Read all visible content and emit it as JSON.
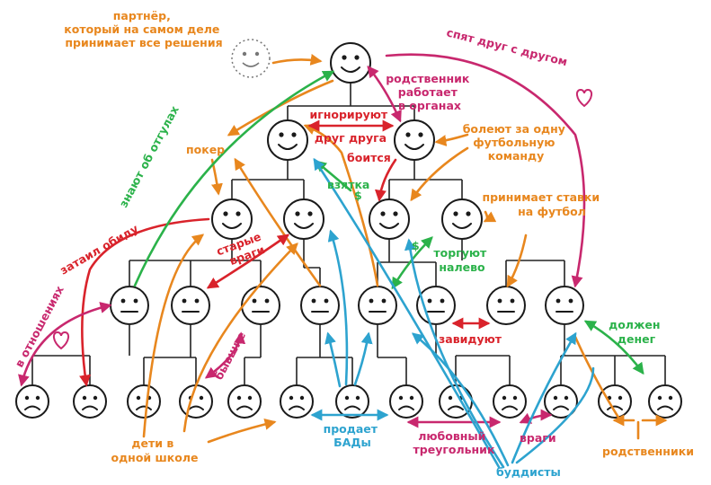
{
  "colors": {
    "orange": "#e8871e",
    "red": "#d9232b",
    "magenta": "#c8286e",
    "green": "#2bb24a",
    "blue": "#2da3cf"
  },
  "labels": {
    "partner": [
      "партнёр,",
      "который на самом деле",
      "принимает все решения"
    ],
    "sleep": "спят друг с другом",
    "relative_org": [
      "родственник",
      "работает",
      "в органах"
    ],
    "ignore": [
      "игнорируют",
      "друг друга"
    ],
    "football": [
      "болеют за одну",
      "футбольную",
      "команду"
    ],
    "poker": "покер",
    "afraid": "боится",
    "bribe": "взятка",
    "stakes": [
      "принимает ставки",
      "на футбол"
    ],
    "know_leave": "знают об отгулах",
    "grudge": "затаил обиду",
    "old_enemies": [
      "старые",
      "враги"
    ],
    "trade": [
      "торгуют",
      "налево"
    ],
    "relationship": "в отношениях",
    "exes": "бывшие",
    "envy": "завидуют",
    "owes": [
      "должен",
      "денег"
    ],
    "school": [
      "дети в",
      "одной школе"
    ],
    "supplements": [
      "продает",
      "БАДы"
    ],
    "triangle": [
      "любовный",
      "треугольник"
    ],
    "enemies": "враги",
    "relatives": "родственники",
    "buddhists": "буддисты",
    "dollar1": "$",
    "dollar2": "$"
  },
  "icons": [
    "smiley-face-icon",
    "neutral-face-icon",
    "sad-face-icon",
    "heart-icon",
    "dollar-icon"
  ]
}
